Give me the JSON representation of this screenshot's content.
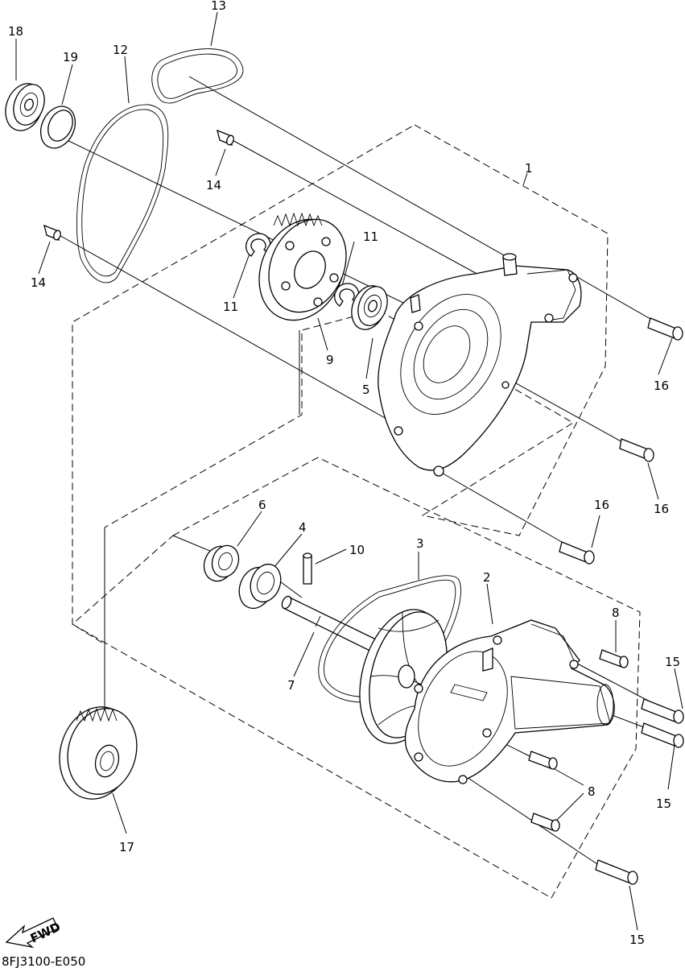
{
  "diagram": {
    "code": "8FJ3100-E050",
    "fwd_label": "FWD",
    "callouts": [
      {
        "id": "c1",
        "text": "1"
      },
      {
        "id": "c2",
        "text": "2"
      },
      {
        "id": "c3",
        "text": "3"
      },
      {
        "id": "c4",
        "text": "4"
      },
      {
        "id": "c5",
        "text": "5"
      },
      {
        "id": "c6",
        "text": "6"
      },
      {
        "id": "c7",
        "text": "7"
      },
      {
        "id": "c8a",
        "text": "8"
      },
      {
        "id": "c8b",
        "text": "8"
      },
      {
        "id": "c9",
        "text": "9"
      },
      {
        "id": "c10",
        "text": "10"
      },
      {
        "id": "c11a",
        "text": "11"
      },
      {
        "id": "c11b",
        "text": "11"
      },
      {
        "id": "c12",
        "text": "12"
      },
      {
        "id": "c13",
        "text": "13"
      },
      {
        "id": "c14a",
        "text": "14"
      },
      {
        "id": "c14b",
        "text": "14"
      },
      {
        "id": "c15a",
        "text": "15"
      },
      {
        "id": "c15b",
        "text": "15"
      },
      {
        "id": "c15c",
        "text": "15"
      },
      {
        "id": "c16a",
        "text": "16"
      },
      {
        "id": "c16b",
        "text": "16"
      },
      {
        "id": "c16c",
        "text": "16"
      },
      {
        "id": "c17",
        "text": "17"
      },
      {
        "id": "c18",
        "text": "18"
      },
      {
        "id": "c19",
        "text": "19"
      }
    ]
  }
}
